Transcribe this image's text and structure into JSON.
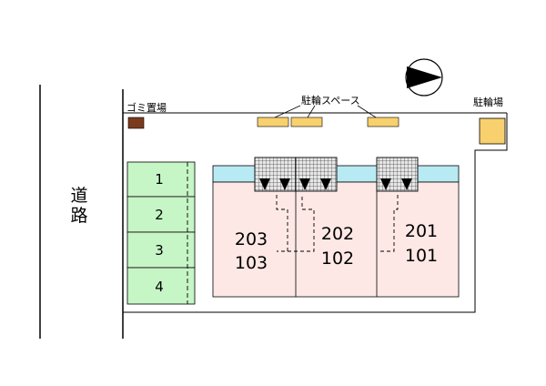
{
  "road_label": "道路",
  "road_chars": [
    "道",
    "路"
  ],
  "garbage_label": "ゴミ置場",
  "bike_space_label": "駐輪スペース",
  "bike_parking_label": "駐輪場",
  "compass": {
    "icon": "north-arrow-icon",
    "direction": "right"
  },
  "parking_spaces": [
    "1",
    "2",
    "3",
    "4"
  ],
  "units": [
    {
      "upper": "203",
      "lower": "103"
    },
    {
      "upper": "202",
      "lower": "102"
    },
    {
      "upper": "201",
      "lower": "101"
    }
  ],
  "colors": {
    "parking": "#c6f5c6",
    "building": "#fde8e5",
    "balcony": "#b8eaf3",
    "bike": "#f8d06e",
    "garbage": "#7a3a1e",
    "stairs": "#dcdcdc"
  }
}
